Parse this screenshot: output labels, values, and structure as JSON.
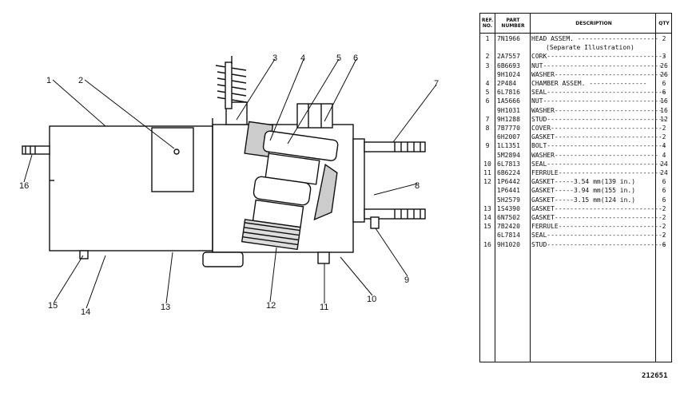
{
  "table": {
    "headers": {
      "ref": [
        "REF.",
        "NO."
      ],
      "part": [
        "PART",
        "NUMBER"
      ],
      "desc": "DESCRIPTION",
      "qty": "QTY"
    },
    "rows": [
      {
        "ref": "1",
        "part": "7N1966",
        "desc": "HEAD ASSEM. ---------------------",
        "qty": "2"
      },
      {
        "ref": "",
        "part": "",
        "desc": "(Separate Illustration)",
        "qty": ""
      },
      {
        "ref": "2",
        "part": "2A7557",
        "desc": "CORK-------------------------------",
        "qty": "3"
      },
      {
        "ref": "3",
        "part": "6B6693",
        "desc": "NUT-------------------------------",
        "qty": "26"
      },
      {
        "ref": "",
        "part": "9H1024",
        "desc": "WASHER-----------------------------",
        "qty": "26"
      },
      {
        "ref": "4",
        "part": "2P484",
        "desc": "CHAMBER ASSEM. ---------------",
        "qty": "6"
      },
      {
        "ref": "5",
        "part": "6L7816",
        "desc": "SEAL-------------------------------",
        "qty": "6"
      },
      {
        "ref": "6",
        "part": "1A5666",
        "desc": "NUT--------------------------------",
        "qty": "16"
      },
      {
        "ref": "",
        "part": "9H1031",
        "desc": "WASHER----------------------------",
        "qty": "16"
      },
      {
        "ref": "7",
        "part": "9H1288",
        "desc": "STUD-------------------------------",
        "qty": "12"
      },
      {
        "ref": "8",
        "part": "7B7770",
        "desc": "COVER-----------------------------",
        "qty": "2"
      },
      {
        "ref": "",
        "part": "6H2007",
        "desc": "GASKET----------------------------",
        "qty": "2"
      },
      {
        "ref": "9",
        "part": "1L1351",
        "desc": "BOLT-------------------------------",
        "qty": "4"
      },
      {
        "ref": "",
        "part": "5M2894",
        "desc": "WASHER---------------------------",
        "qty": "4"
      },
      {
        "ref": "10",
        "part": "6L7813",
        "desc": "SEAL-------------------------------",
        "qty": "24"
      },
      {
        "ref": "11",
        "part": "6B6224",
        "desc": "FERRULE---------------------------",
        "qty": "24"
      },
      {
        "ref": "12",
        "part": "1P6442",
        "desc": "GASKET-----3.54 mm(139 in.)",
        "qty": "6"
      },
      {
        "ref": "",
        "part": "1P6441",
        "desc": "GASKET-----3.94 mm(155 in.)",
        "qty": "6"
      },
      {
        "ref": "",
        "part": "5H2579",
        "desc": "GASKET-----3.15 mm(124 in.)",
        "qty": "6"
      },
      {
        "ref": "13",
        "part": "1S4390",
        "desc": "GASKET----------------------------",
        "qty": "2"
      },
      {
        "ref": "14",
        "part": "6N7502",
        "desc": "GASKET----------------------------",
        "qty": "2"
      },
      {
        "ref": "15",
        "part": "7B2420",
        "desc": "FERRULE---------------------------",
        "qty": "2"
      },
      {
        "ref": "",
        "part": "6L7814",
        "desc": "SEAL-------------------------------",
        "qty": "2"
      },
      {
        "ref": "16",
        "part": "9H1020",
        "desc": "STUD-------------------------------",
        "qty": "6"
      }
    ]
  },
  "callouts": [
    "1",
    "2",
    "3",
    "4",
    "5",
    "6",
    "7",
    "8",
    "9",
    "10",
    "11",
    "12",
    "13",
    "14",
    "15",
    "16"
  ],
  "document_number": "212651"
}
